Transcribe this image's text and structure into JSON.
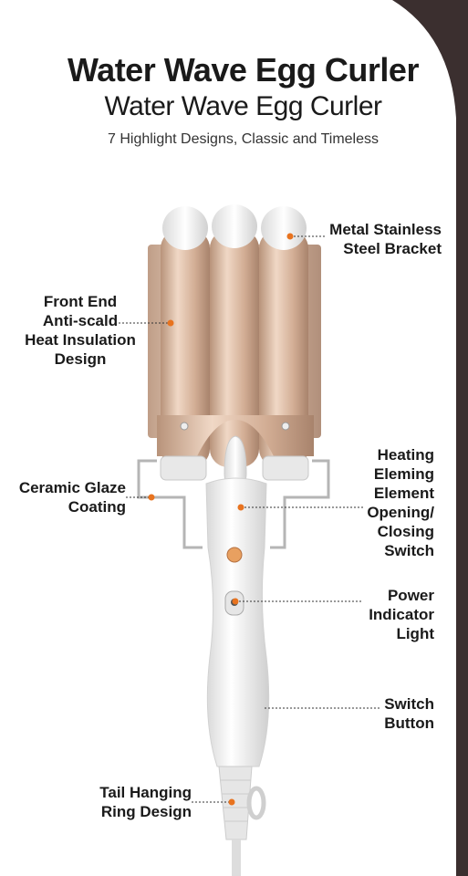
{
  "header": {
    "title": "Water Wave Egg Curler",
    "title_secondary": "Water Wave Egg Curler",
    "subtitle": "7 Highlight Designs, Classic and Timeless"
  },
  "callouts": {
    "bracket": {
      "lines": [
        "Metal Stainless",
        "Steel Bracket"
      ]
    },
    "front_end": {
      "lines": [
        "Front End",
        "Anti-scald",
        "Heat Insulation",
        "Design"
      ]
    },
    "ceramic": {
      "lines": [
        "Ceramic Glaze",
        "Coating"
      ]
    },
    "heating": {
      "lines": [
        "Heating",
        "Eleming",
        "Element",
        "Opening/",
        "Closing",
        "Switch"
      ]
    },
    "power": {
      "lines": [
        "Power",
        "Indicator",
        "Light"
      ]
    },
    "switch": {
      "lines": [
        "Switch",
        "Button"
      ]
    },
    "tail": {
      "lines": [
        "Tail Hanging",
        "Ring Design"
      ]
    }
  },
  "colors": {
    "accent_dot": "#e8731f",
    "barrel_gold": "#d8b8a0",
    "handle_white": "#f4f4f4",
    "corner_dark": "#3b2f2f"
  }
}
